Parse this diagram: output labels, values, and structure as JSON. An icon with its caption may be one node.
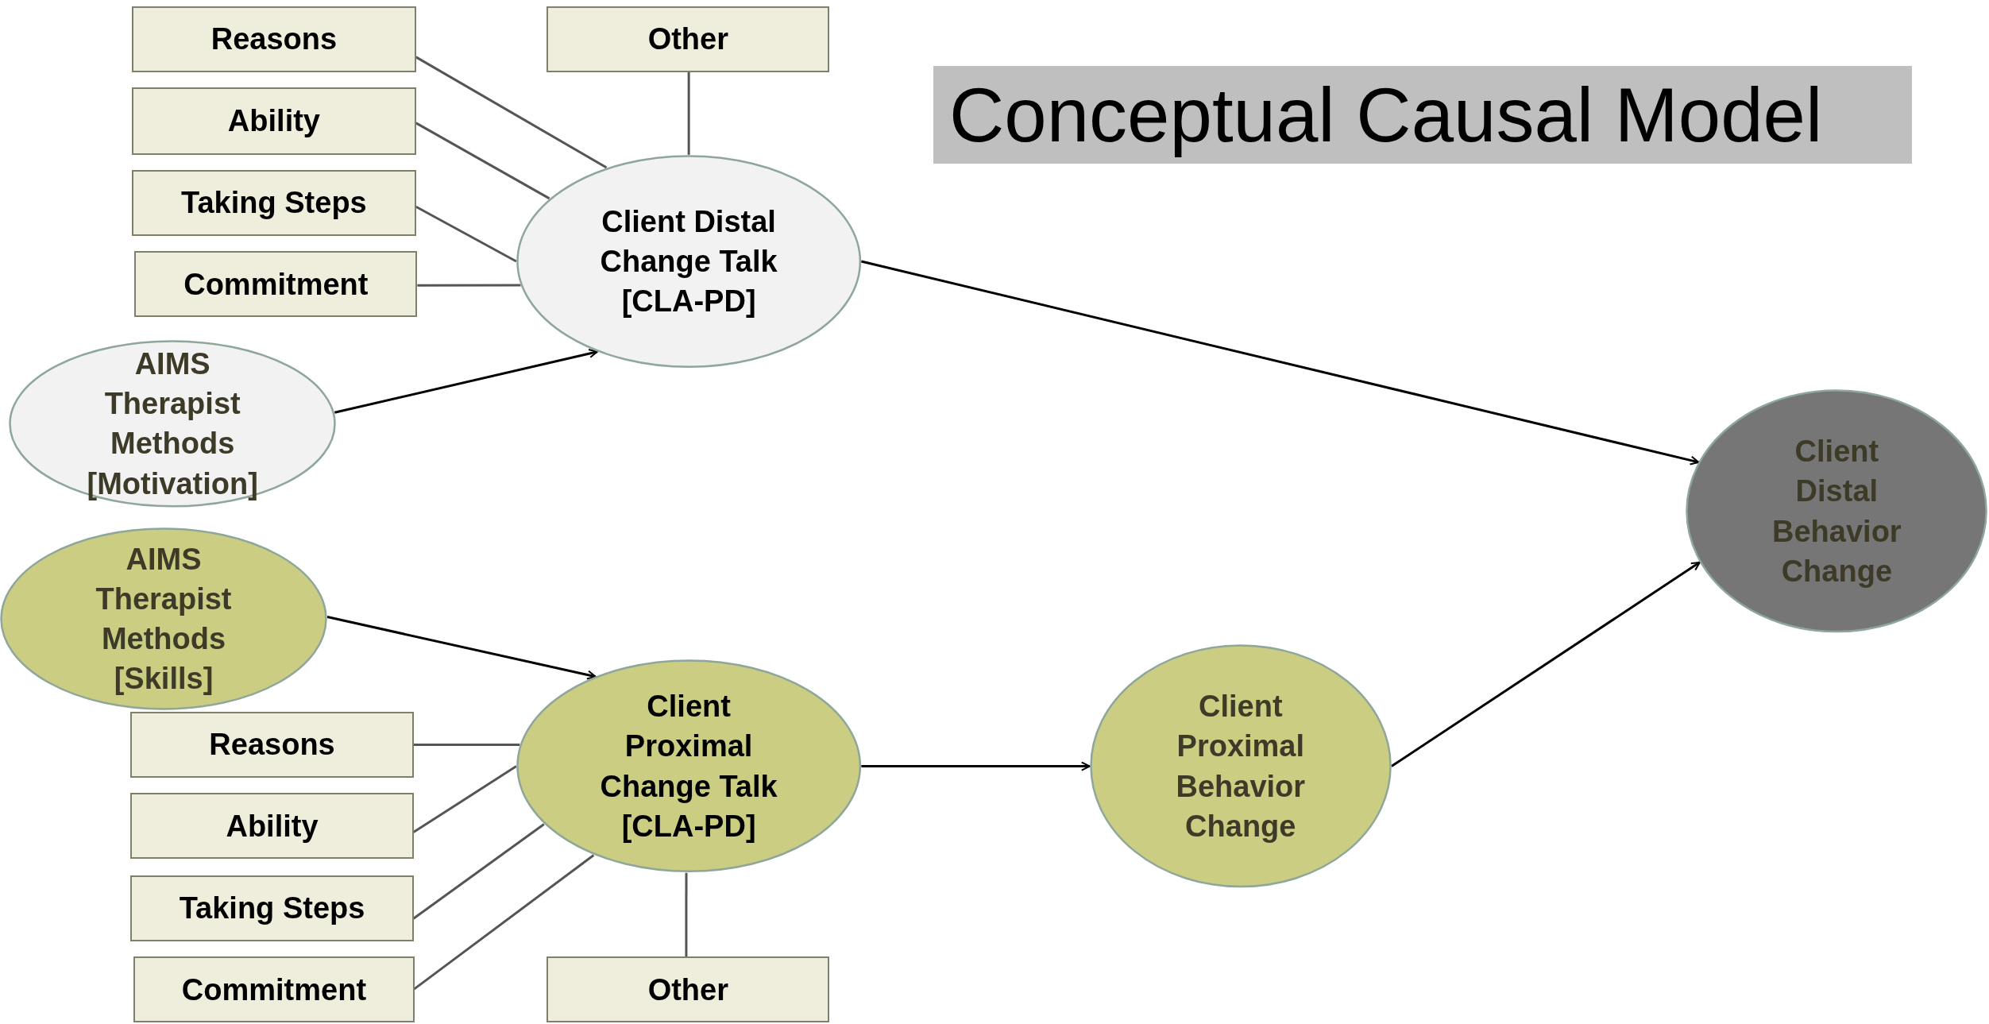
{
  "diagram": {
    "title": "Conceptual Causal Model",
    "nodes": [
      {
        "text": [
          "Reasons"
        ]
      },
      {
        "text": [
          "Ability"
        ]
      },
      {
        "text": [
          "Taking Steps"
        ]
      },
      {
        "text": [
          "Commitment"
        ]
      },
      {
        "text": [
          "Other"
        ]
      },
      {
        "text": [
          "Client Distal Change Talk [CLA-PD]"
        ]
      },
      {
        "text": [
          "AIMS Therapist Methods [Motivation]"
        ]
      },
      {
        "text": [
          "AIMS Therapist Methods [Skills]"
        ]
      },
      {
        "text": [
          "Client Proximal Change Talk [CLA-PD]"
        ]
      },
      {
        "text": [
          "Reasons"
        ]
      },
      {
        "text": [
          "Ability"
        ]
      },
      {
        "text": [
          "Taking Steps"
        ]
      },
      {
        "text": [
          "Commitment"
        ]
      },
      {
        "text": [
          "Other"
        ]
      },
      {
        "text": [
          "Client Proximal Behavior Change"
        ]
      },
      {
        "text": [
          "Client Distal Behavior Change"
        ]
      }
    ],
    "edges": [
      {
        "from": 0,
        "to": 5,
        "arrow": "none"
      },
      {
        "from": 1,
        "to": 5,
        "arrow": "none"
      },
      {
        "from": 2,
        "to": 5,
        "arrow": "none"
      },
      {
        "from": 3,
        "to": 5,
        "arrow": "none"
      },
      {
        "from": 4,
        "to": 5,
        "arrow": "none"
      },
      {
        "from": 6,
        "to": 5,
        "arrow": "to"
      },
      {
        "from": 7,
        "to": 8,
        "arrow": "to"
      },
      {
        "from": 9,
        "to": 8,
        "arrow": "none"
      },
      {
        "from": 10,
        "to": 8,
        "arrow": "none"
      },
      {
        "from": 11,
        "to": 8,
        "arrow": "none"
      },
      {
        "from": 12,
        "to": 8,
        "arrow": "none"
      },
      {
        "from": 13,
        "to": 8,
        "arrow": "none"
      },
      {
        "from": 5,
        "to": 15,
        "arrow": "to"
      },
      {
        "from": 8,
        "to": 14,
        "arrow": "to"
      },
      {
        "from": 14,
        "to": 15,
        "arrow": "to"
      }
    ]
  }
}
